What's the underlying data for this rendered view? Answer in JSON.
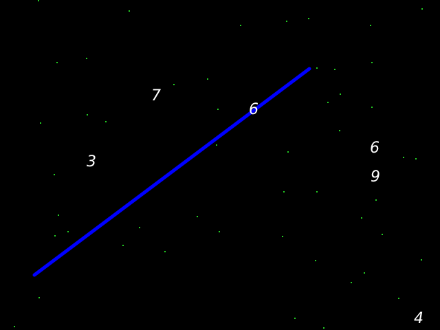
{
  "colors": {
    "background": "#000000",
    "line": "#0000ff",
    "stars": "#22cc22",
    "digits": "#ffffff"
  },
  "digits": [
    {
      "id": "7",
      "label": "7"
    },
    {
      "id": "6-on-line",
      "label": "6"
    },
    {
      "id": "3",
      "label": "3"
    },
    {
      "id": "6-right",
      "label": "6"
    },
    {
      "id": "9",
      "label": "9"
    },
    {
      "id": "4",
      "label": "4"
    }
  ]
}
